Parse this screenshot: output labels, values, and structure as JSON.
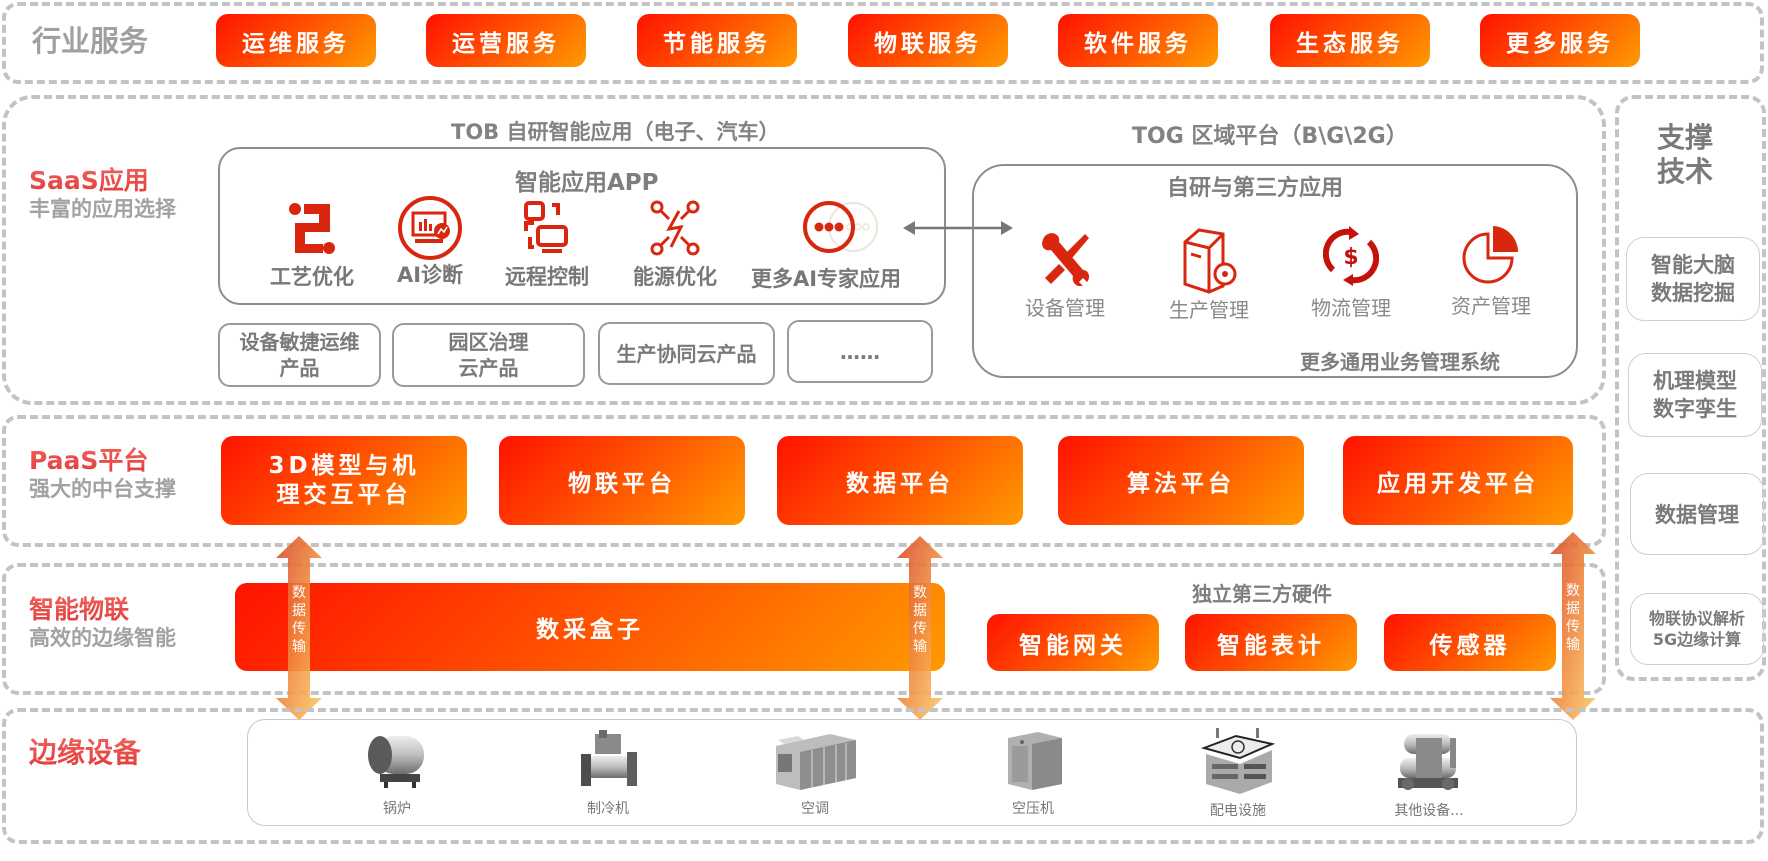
{
  "industry": {
    "title": "行业服务",
    "services": [
      "运维服务",
      "运营服务",
      "节能服务",
      "物联服务",
      "软件服务",
      "生态服务",
      "更多服务"
    ]
  },
  "saas": {
    "title": "SaaS应用",
    "subtitle": "丰富的应用选择",
    "tob_title": "TOB 自研智能应用（电子、汽车）",
    "app_box_title": "智能应用APP",
    "apps": [
      {
        "label": "工艺优化",
        "icon": "process-icon"
      },
      {
        "label": "AI诊断",
        "icon": "ai-diagnosis-icon"
      },
      {
        "label": "远程控制",
        "icon": "remote-control-icon"
      },
      {
        "label": "能源优化",
        "icon": "energy-icon"
      },
      {
        "label": "更多AI专家应用",
        "icon": "more-icon"
      }
    ],
    "products": [
      "设备敏捷运维产品",
      "园区治理云产品",
      "生产协同云产品",
      "……"
    ],
    "tog_title": "TOG 区域平台（B\\G\\2G）",
    "tog_box_title": "自研与第三方应用",
    "tog_apps": [
      {
        "label": "设备管理",
        "icon": "tools-icon"
      },
      {
        "label": "生产管理",
        "icon": "production-icon"
      },
      {
        "label": "物流管理",
        "icon": "logistics-icon"
      },
      {
        "label": "资产管理",
        "icon": "pie-chart-icon"
      }
    ],
    "tog_footer": "更多通用业务管理系统"
  },
  "paas": {
    "title": "PaaS平台",
    "subtitle": "强大的中台支撑",
    "platforms": [
      "3D模型与机理交互平台",
      "物联平台",
      "数据平台",
      "算法平台",
      "应用开发平台"
    ]
  },
  "iot": {
    "title": "智能物联",
    "subtitle": "高效的边缘智能",
    "main_box": "数采盒子",
    "third_party_title": "独立第三方硬件",
    "hardware": [
      "智能网关",
      "智能表计",
      "传感器"
    ],
    "arrow_label": "数据传输"
  },
  "edge": {
    "title": "边缘设备",
    "devices": [
      "锅炉",
      "制冷机",
      "空调",
      "空压机",
      "配电设施",
      "其他设备..."
    ]
  },
  "support": {
    "title": "支撑技术",
    "items": [
      "智能大脑数据挖掘",
      "机理模型数字孪生",
      "数据管理",
      "物联协议解析5G边缘计算"
    ]
  },
  "colors": {
    "accent_start": "#ff1200",
    "accent_end": "#ff9a00",
    "title_red": "#e8474d",
    "icon_red": "#d9260f",
    "grey_text": "#7e7e7e",
    "dash": "#c3c3c3"
  }
}
